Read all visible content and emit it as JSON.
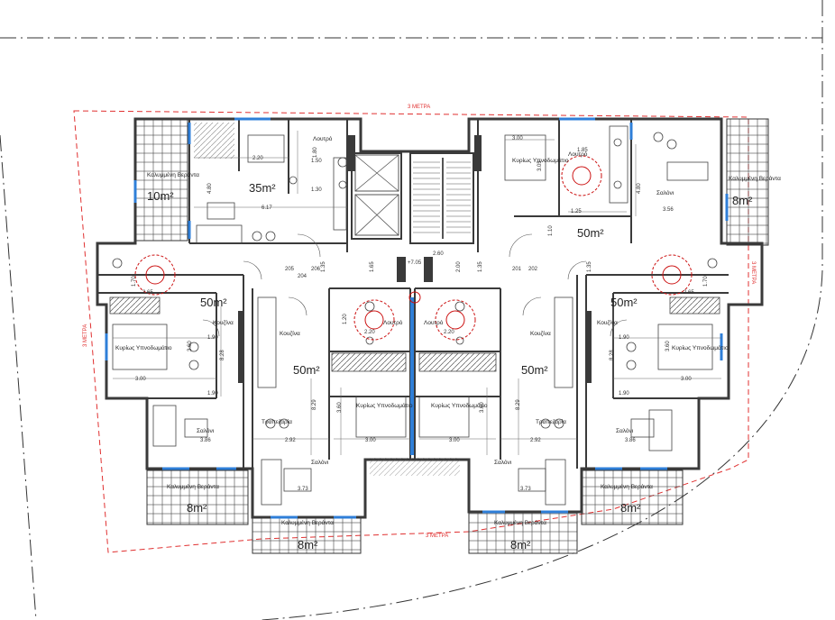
{
  "setback": {
    "top_label": "3 ΜΕΤΡΑ",
    "left_label": "3 ΜΕΤΡΑ",
    "right_label": "3 ΜΕΤΡΑ",
    "bottom_label": "3 ΜΕΤΡΑ"
  },
  "rooms": {
    "covered_veranda": "Καλυμμένη Βεράντα",
    "bathroom": "Λουτρό",
    "master_bedroom": "Κυρίως Υπνοδωμάτιο",
    "kitchen": "Κουζίνα",
    "dining": "Τραπεζαρία",
    "living": "Σαλόνι"
  },
  "areas": {
    "a35": "35m²",
    "a50": "50m²",
    "a10": "10m²",
    "a8": "8m²"
  },
  "dims": {
    "d220": "2.20",
    "d180": "1.80",
    "d150": "1.50",
    "d130": "1.30",
    "d617": "6.17",
    "d480": "4.80",
    "d300": "3.00",
    "d185": "1.85",
    "d305": "3.05",
    "d125": "1.25",
    "d356": "3.56",
    "d110": "1.10",
    "d705": "+7.05",
    "d260": "2.60",
    "d200": "2.00",
    "d165": "1.65",
    "d135": "1.35",
    "d190": "1.90",
    "d828": "8.28",
    "d829": "8.29",
    "d360": "3.60",
    "d292": "2.92",
    "d386": "3.86",
    "d373": "3.73",
    "d120": "1.20",
    "d265": "2.65",
    "d170": "1.70",
    "d205": "205",
    "d206": "206",
    "d204": "204",
    "d201": "201",
    "d202": "202"
  },
  "colors": {
    "wall": "#3a3a3a",
    "window": "#2f7fd8",
    "setback": "#e03030",
    "fixture": "#cc1111",
    "dashdot": "#333333"
  }
}
